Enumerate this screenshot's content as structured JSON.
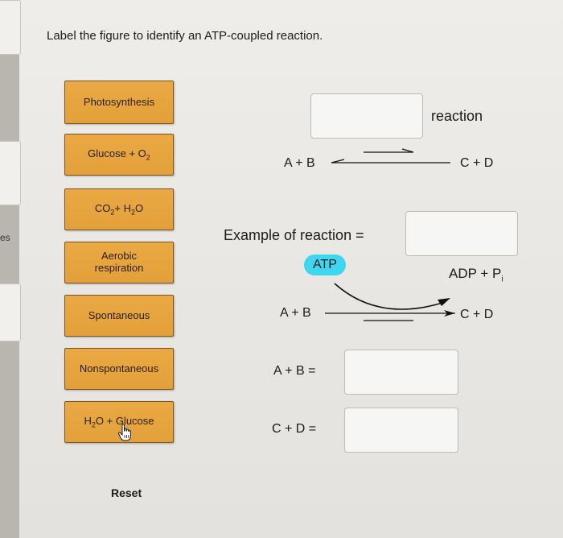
{
  "instruction": "Label the figure to identify an ATP-coupled reaction.",
  "side_text": "es",
  "chips": [
    {
      "label": "Photosynthesis"
    },
    {
      "label": "Glucose + O",
      "sub": "2"
    },
    {
      "label_parts": [
        "CO",
        "2",
        " + H",
        "2",
        "O"
      ]
    },
    {
      "label": "Aerobic respiration"
    },
    {
      "label": "Spontaneous"
    },
    {
      "label": "Nonspontaneous"
    },
    {
      "label_parts": [
        "H",
        "2",
        "O + Glucose"
      ]
    }
  ],
  "diagram": {
    "reaction_label": "reaction",
    "top_left": "A + B",
    "top_right": "C + D",
    "example_label": "Example of reaction =",
    "atp": "ATP",
    "adp": "ADP + P",
    "adp_sub": "i",
    "mid_left": "A + B",
    "mid_right": "C + D",
    "ab_eq": "A + B =",
    "cd_eq": "C + D ="
  },
  "reset_label": "Reset",
  "colors": {
    "chip": "#e8a740",
    "atp_badge": "#3fd6f0",
    "panel": "#ecebe8"
  }
}
